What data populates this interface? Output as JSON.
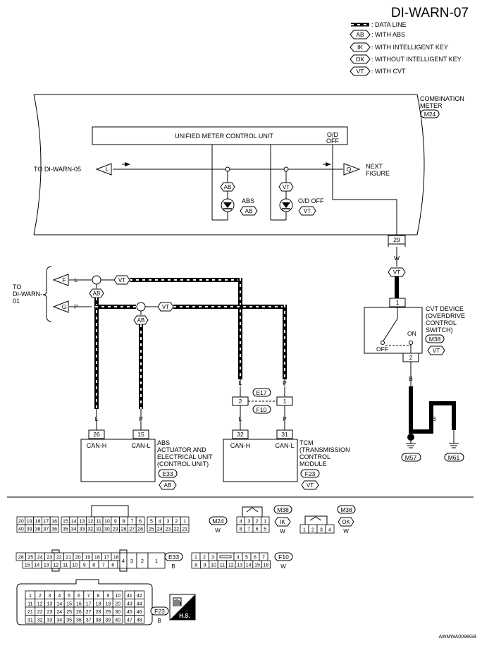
{
  "page_id": "DI-WARN-07",
  "image_code": "AWMWA0098GB",
  "legend": [
    {
      "symbol": "",
      "text": ": DATA LINE"
    },
    {
      "symbol": "AB",
      "text": ": WITH ABS"
    },
    {
      "symbol": "IK",
      "text": ": WITH INTELLIGENT KEY"
    },
    {
      "symbol": "OK",
      "text": ": WITHOUT INTELLIGENT KEY"
    },
    {
      "symbol": "VT",
      "text": ": WITH CVT"
    }
  ],
  "combination_meter": {
    "label_1": "COMBINATION",
    "label_2": "METER",
    "connector": "M24"
  },
  "unified_meter": {
    "label": "UNIFIED METER CONTROL UNIT",
    "od_1": "O/D",
    "od_2": "OFF"
  },
  "to_di_warn_05": "TO DI-WARN-05",
  "connector_L": "L",
  "connector_Q": "Q",
  "next_figure_1": "NEXT",
  "next_figure_2": "FIGURE",
  "abs_lamp": {
    "label": "ABS",
    "tag": "AB",
    "tag_top": "AB"
  },
  "od_lamp": {
    "label": "O/D OFF",
    "tag": "VT",
    "tag_top": "VT"
  },
  "pin_29": "29",
  "wire_W": "W",
  "tag_VT_meter": "VT",
  "to_di_warn_01": [
    "TO",
    "DI-WARN-",
    "01"
  ],
  "connector_F": "F",
  "connector_G": "G",
  "wire_L": "L",
  "wire_P": "P",
  "tag_AB": "AB",
  "tag_VT": "VT",
  "cvt_device": {
    "lines": [
      "CVT DEVICE",
      "(OVERDRIVE",
      "CONTROL",
      "SWITCH)"
    ],
    "connector": "M38",
    "tag": "VT",
    "pin_1": "1",
    "pin_2": "2",
    "on": "ON",
    "off": "OFF"
  },
  "wire_B": "B",
  "ground_M57": "M57",
  "ground_M61": "M61",
  "e17": "E17",
  "f10": "F10",
  "pin_2": "2",
  "pin_1": "1",
  "abs_unit": {
    "pin_26": "26",
    "pin_15": "15",
    "can_h": "CAN-H",
    "can_l": "CAN-L",
    "lines": [
      "ABS",
      "ACTUATOR AND",
      "ELECTRICAL UNIT",
      "(CONTROL UNIT)"
    ],
    "connector": "E33",
    "tag": "AB"
  },
  "tcm": {
    "pin_32": "32",
    "pin_31": "31",
    "can_h": "CAN-H",
    "can_l": "CAN-L",
    "lines": [
      "TCM",
      "(TRANSMISSION",
      "CONTROL",
      "MODULE"
    ],
    "connector": "F23",
    "tag": "VT"
  },
  "conn_m24": {
    "top": [
      "20",
      "19",
      "18",
      "17",
      "16",
      "",
      "15",
      "14",
      "13",
      "12",
      "11",
      "10",
      "9",
      "8",
      "7",
      "6",
      "",
      "5",
      "4",
      "3",
      "2",
      "1"
    ],
    "bottom": [
      "40",
      "39",
      "38",
      "37",
      "36",
      "",
      "35",
      "34",
      "33",
      "32",
      "31",
      "30",
      "29",
      "28",
      "27",
      "26",
      "",
      "25",
      "24",
      "23",
      "22",
      "21"
    ],
    "label": "M24",
    "color": "W"
  },
  "conn_m38_ik": {
    "top": [
      "4",
      "3",
      "2",
      "1"
    ],
    "bottom": [
      "8",
      "7",
      "6",
      "5"
    ],
    "label": "M38",
    "tag": "IK",
    "color": "W"
  },
  "conn_m38_ok": {
    "cells": [
      "1",
      "2",
      "3",
      "4"
    ],
    "label": "M38",
    "tag": "OK",
    "color": "W"
  },
  "conn_e33": {
    "top": [
      "26",
      "25",
      "24",
      "23",
      "22",
      "21",
      "20",
      "19",
      "18",
      "17",
      "16"
    ],
    "bottom": [
      "15",
      "14",
      "13",
      "12",
      "11",
      "10",
      "9",
      "8",
      "7",
      "6",
      "5"
    ],
    "side": [
      "4",
      "3",
      "2",
      "1"
    ],
    "label": "E33",
    "color": "B"
  },
  "conn_f10": {
    "top": [
      "1",
      "2",
      "3",
      "",
      "4",
      "5",
      "6",
      "7"
    ],
    "bottom": [
      "8",
      "9",
      "10",
      "11",
      "12",
      "13",
      "14",
      "15",
      "16"
    ],
    "label": "F10",
    "color": "W"
  },
  "conn_f23": {
    "rows": [
      [
        "1",
        "2",
        "3",
        "4",
        "5",
        "6",
        "7",
        "8",
        "9",
        "10",
        "41",
        "42"
      ],
      [
        "11",
        "12",
        "13",
        "14",
        "15",
        "16",
        "17",
        "18",
        "19",
        "20",
        "43",
        "44"
      ],
      [
        "21",
        "22",
        "23",
        "24",
        "25",
        "26",
        "27",
        "28",
        "29",
        "30",
        "45",
        "46"
      ],
      [
        "31",
        "32",
        "33",
        "34",
        "35",
        "36",
        "37",
        "38",
        "39",
        "40",
        "47",
        "48"
      ]
    ],
    "label": "F23",
    "color": "B"
  },
  "hs_label": "H.S."
}
